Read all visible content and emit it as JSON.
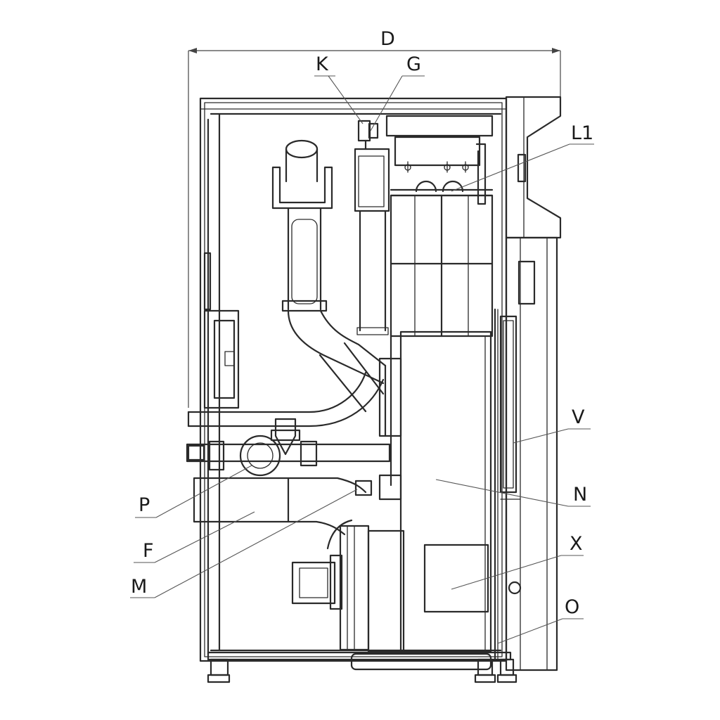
{
  "dimensions": {
    "depth_label": "D"
  },
  "callouts": {
    "K": "K",
    "G": "G",
    "L1": "L1",
    "V": "V",
    "N": "N",
    "X": "X",
    "O": "O",
    "P": "P",
    "F": "F",
    "M": "M"
  },
  "colors": {
    "line": "#2a2a2a",
    "leader": "#555555",
    "background": "#ffffff"
  }
}
